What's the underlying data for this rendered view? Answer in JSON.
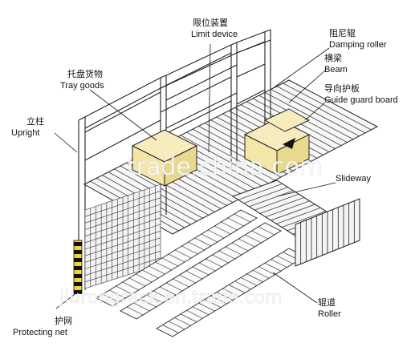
{
  "labels": {
    "limit_device_cn": "限位装置",
    "limit_device_en": "Limit device",
    "damping_roller_cn": "阻尼辊",
    "damping_roller_en": "Damping roller",
    "beam_cn": "横梁",
    "beam_en": "Beam",
    "guide_guard_board_cn": "导向护板",
    "guide_guard_board_en": "Guide guard board",
    "tray_goods_cn": "托盘货物",
    "tray_goods_en": "Tray goods",
    "upright_cn": "立柱",
    "upright_en": "Upright",
    "slideway_en": "Slideway",
    "roller_cn": "辊道",
    "roller_en": "Roller",
    "protecting_net_cn": "护网",
    "protecting_net_en": "Protecting net"
  },
  "watermarks": {
    "center": "trade.china.com",
    "bottom": "jiurongrack.en.trade.com"
  },
  "colors": {
    "line": "#222222",
    "goods": "#f3e6a8",
    "hazard_black": "#111111",
    "hazard_yellow": "#f2d43a",
    "background": "#ffffff"
  }
}
